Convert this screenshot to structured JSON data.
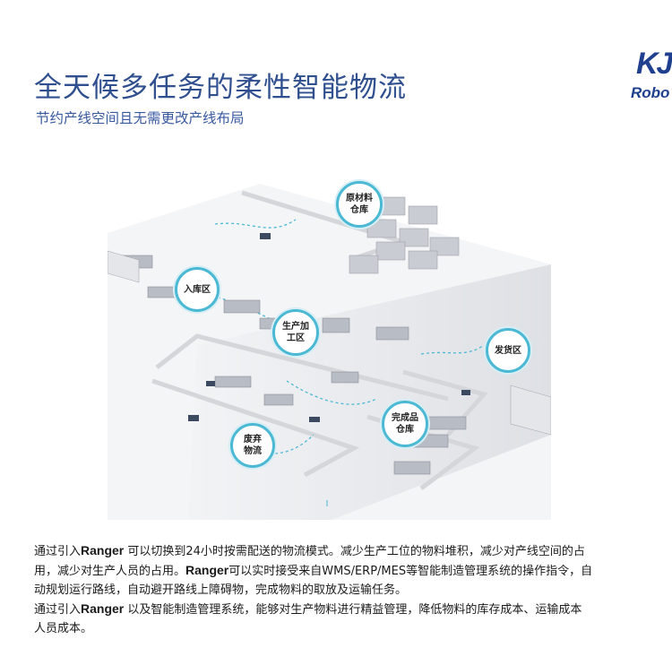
{
  "header": {
    "title": "全天候多任务的柔性智能物流",
    "subtitle": "节约产线空间且无需更改产线布局",
    "logo_top": "KJ",
    "logo_bottom": "Robo"
  },
  "diagram": {
    "zones": [
      {
        "id": "raw",
        "line1": "原材料",
        "line2": "仓库"
      },
      {
        "id": "inbound",
        "line1": "入库区",
        "line2": ""
      },
      {
        "id": "production",
        "line1": "生产加",
        "line2": "工区"
      },
      {
        "id": "shipping",
        "line1": "发货区",
        "line2": ""
      },
      {
        "id": "finished",
        "line1": "完成品",
        "line2": "仓库"
      },
      {
        "id": "waste",
        "line1": "废弃",
        "line2": "物流"
      }
    ],
    "accent": "#4bb8d4"
  },
  "paragraphs": {
    "p1": {
      "l1_pre": "通过引入",
      "l1_brand": "Ranger",
      "l1_post": " 可以切换到24小时按需配送的物流模式。减少生产工位的物料堆积，减少对产线空间的占",
      "l2_pre": "用，减少对生产人员的占用。",
      "l2_brand": "Ranger",
      "l2_post": "可以实时接受来自WMS/ERP/MES等智能制造管理系统的操作指令，自",
      "l3": "动规划运行路线，自动避开路线上障碍物，完成物料的取放及运输任务。"
    },
    "p2": {
      "l1_pre": "通过引入",
      "l1_brand": "Ranger",
      "l1_post": " 以及智能制造管理系统，能够对生产物料进行精益管理，降低物料的库存成本、运输成本",
      "l2": "人员成本。"
    }
  }
}
